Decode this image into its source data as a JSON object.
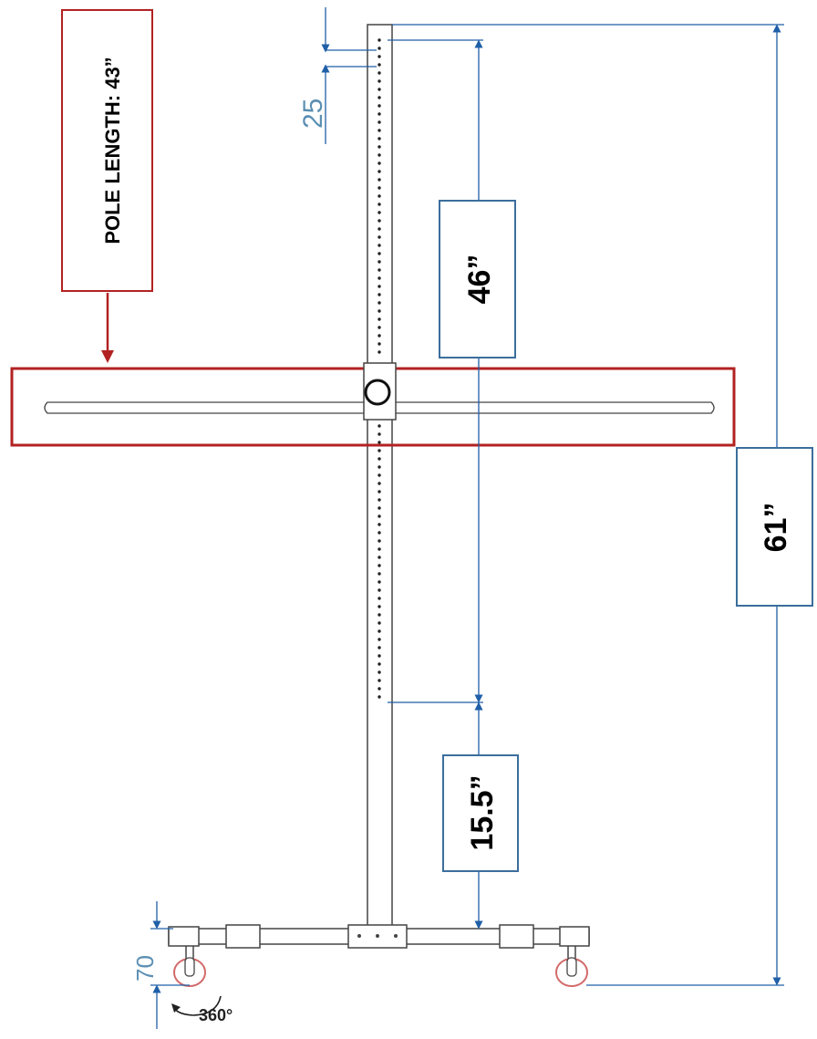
{
  "labels": {
    "pole_length": "POLE LENGTH: 43”",
    "height_upper": "46”",
    "height_total": "61”",
    "height_lower": "15.5”",
    "hole_spacing": "25",
    "caster_height": "70",
    "rotation": "360°"
  },
  "colors": {
    "highlight_red": "#b22222",
    "dimension_blue": "#1f5fa8",
    "dim_text_blue": "#5b8fb3",
    "box_border_blue": "#3b6e9c",
    "line_dark": "#444444",
    "caster_red": "#d36a6a"
  }
}
